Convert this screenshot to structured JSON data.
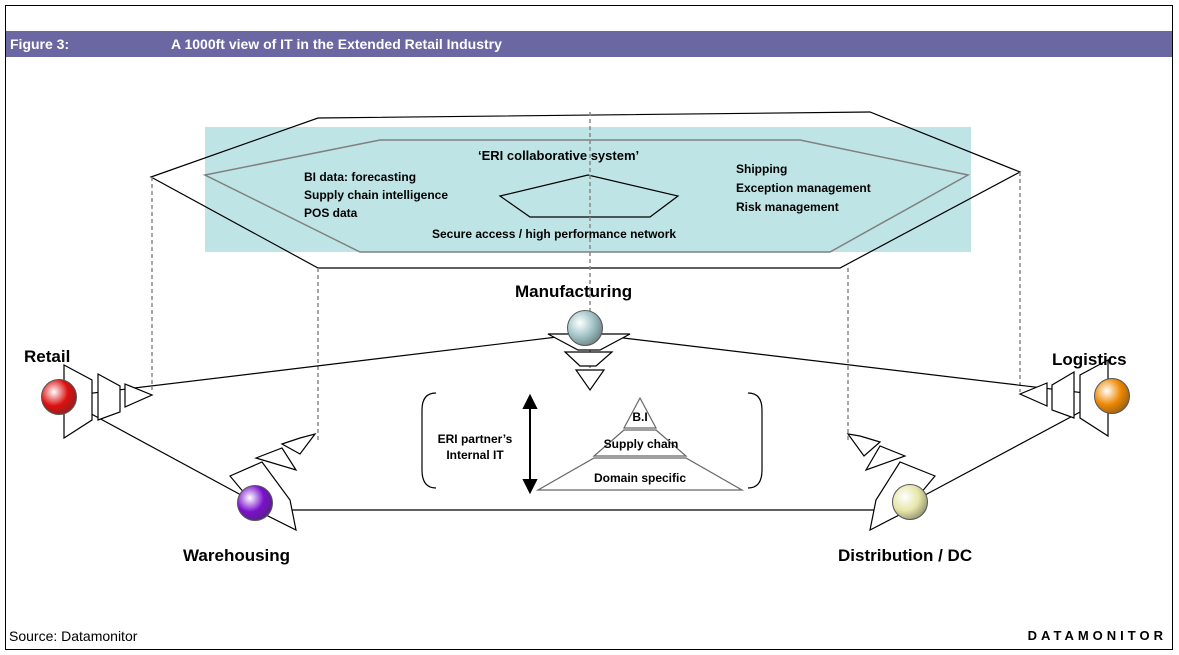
{
  "header": {
    "figure_number": "Figure 3:",
    "title": "A 1000ft view of IT in the Extended Retail Industry"
  },
  "collaborative_system": {
    "title": "‘ERI collaborative system’",
    "left_items": [
      "BI data: forecasting",
      "Supply chain intelligence",
      "POS data"
    ],
    "right_items": [
      "Shipping",
      "Exception management",
      "Risk management"
    ],
    "bottom_label": "Secure access / high performance network"
  },
  "nodes": {
    "manufacturing": "Manufacturing",
    "retail": "Retail",
    "logistics": "Logistics",
    "warehousing": "Warehousing",
    "distribution": "Distribution / DC"
  },
  "node_colors": {
    "manufacturing": "#9fc3c6",
    "retail": "#dd1010",
    "logistics": "#ee8800",
    "warehousing": "#7a10cc",
    "distribution": "#e6e6a8"
  },
  "internal_it": {
    "label_line1": "ERI partner’s",
    "label_line2": "Internal IT",
    "pyramid": [
      "B.I",
      "Supply chain",
      "Domain specific"
    ]
  },
  "footer": {
    "source": "Source: Datamonitor",
    "brand": "DATAMONITOR"
  },
  "colors": {
    "header_bg": "#6b67a3",
    "collab_bg": "#bfe4e6"
  }
}
